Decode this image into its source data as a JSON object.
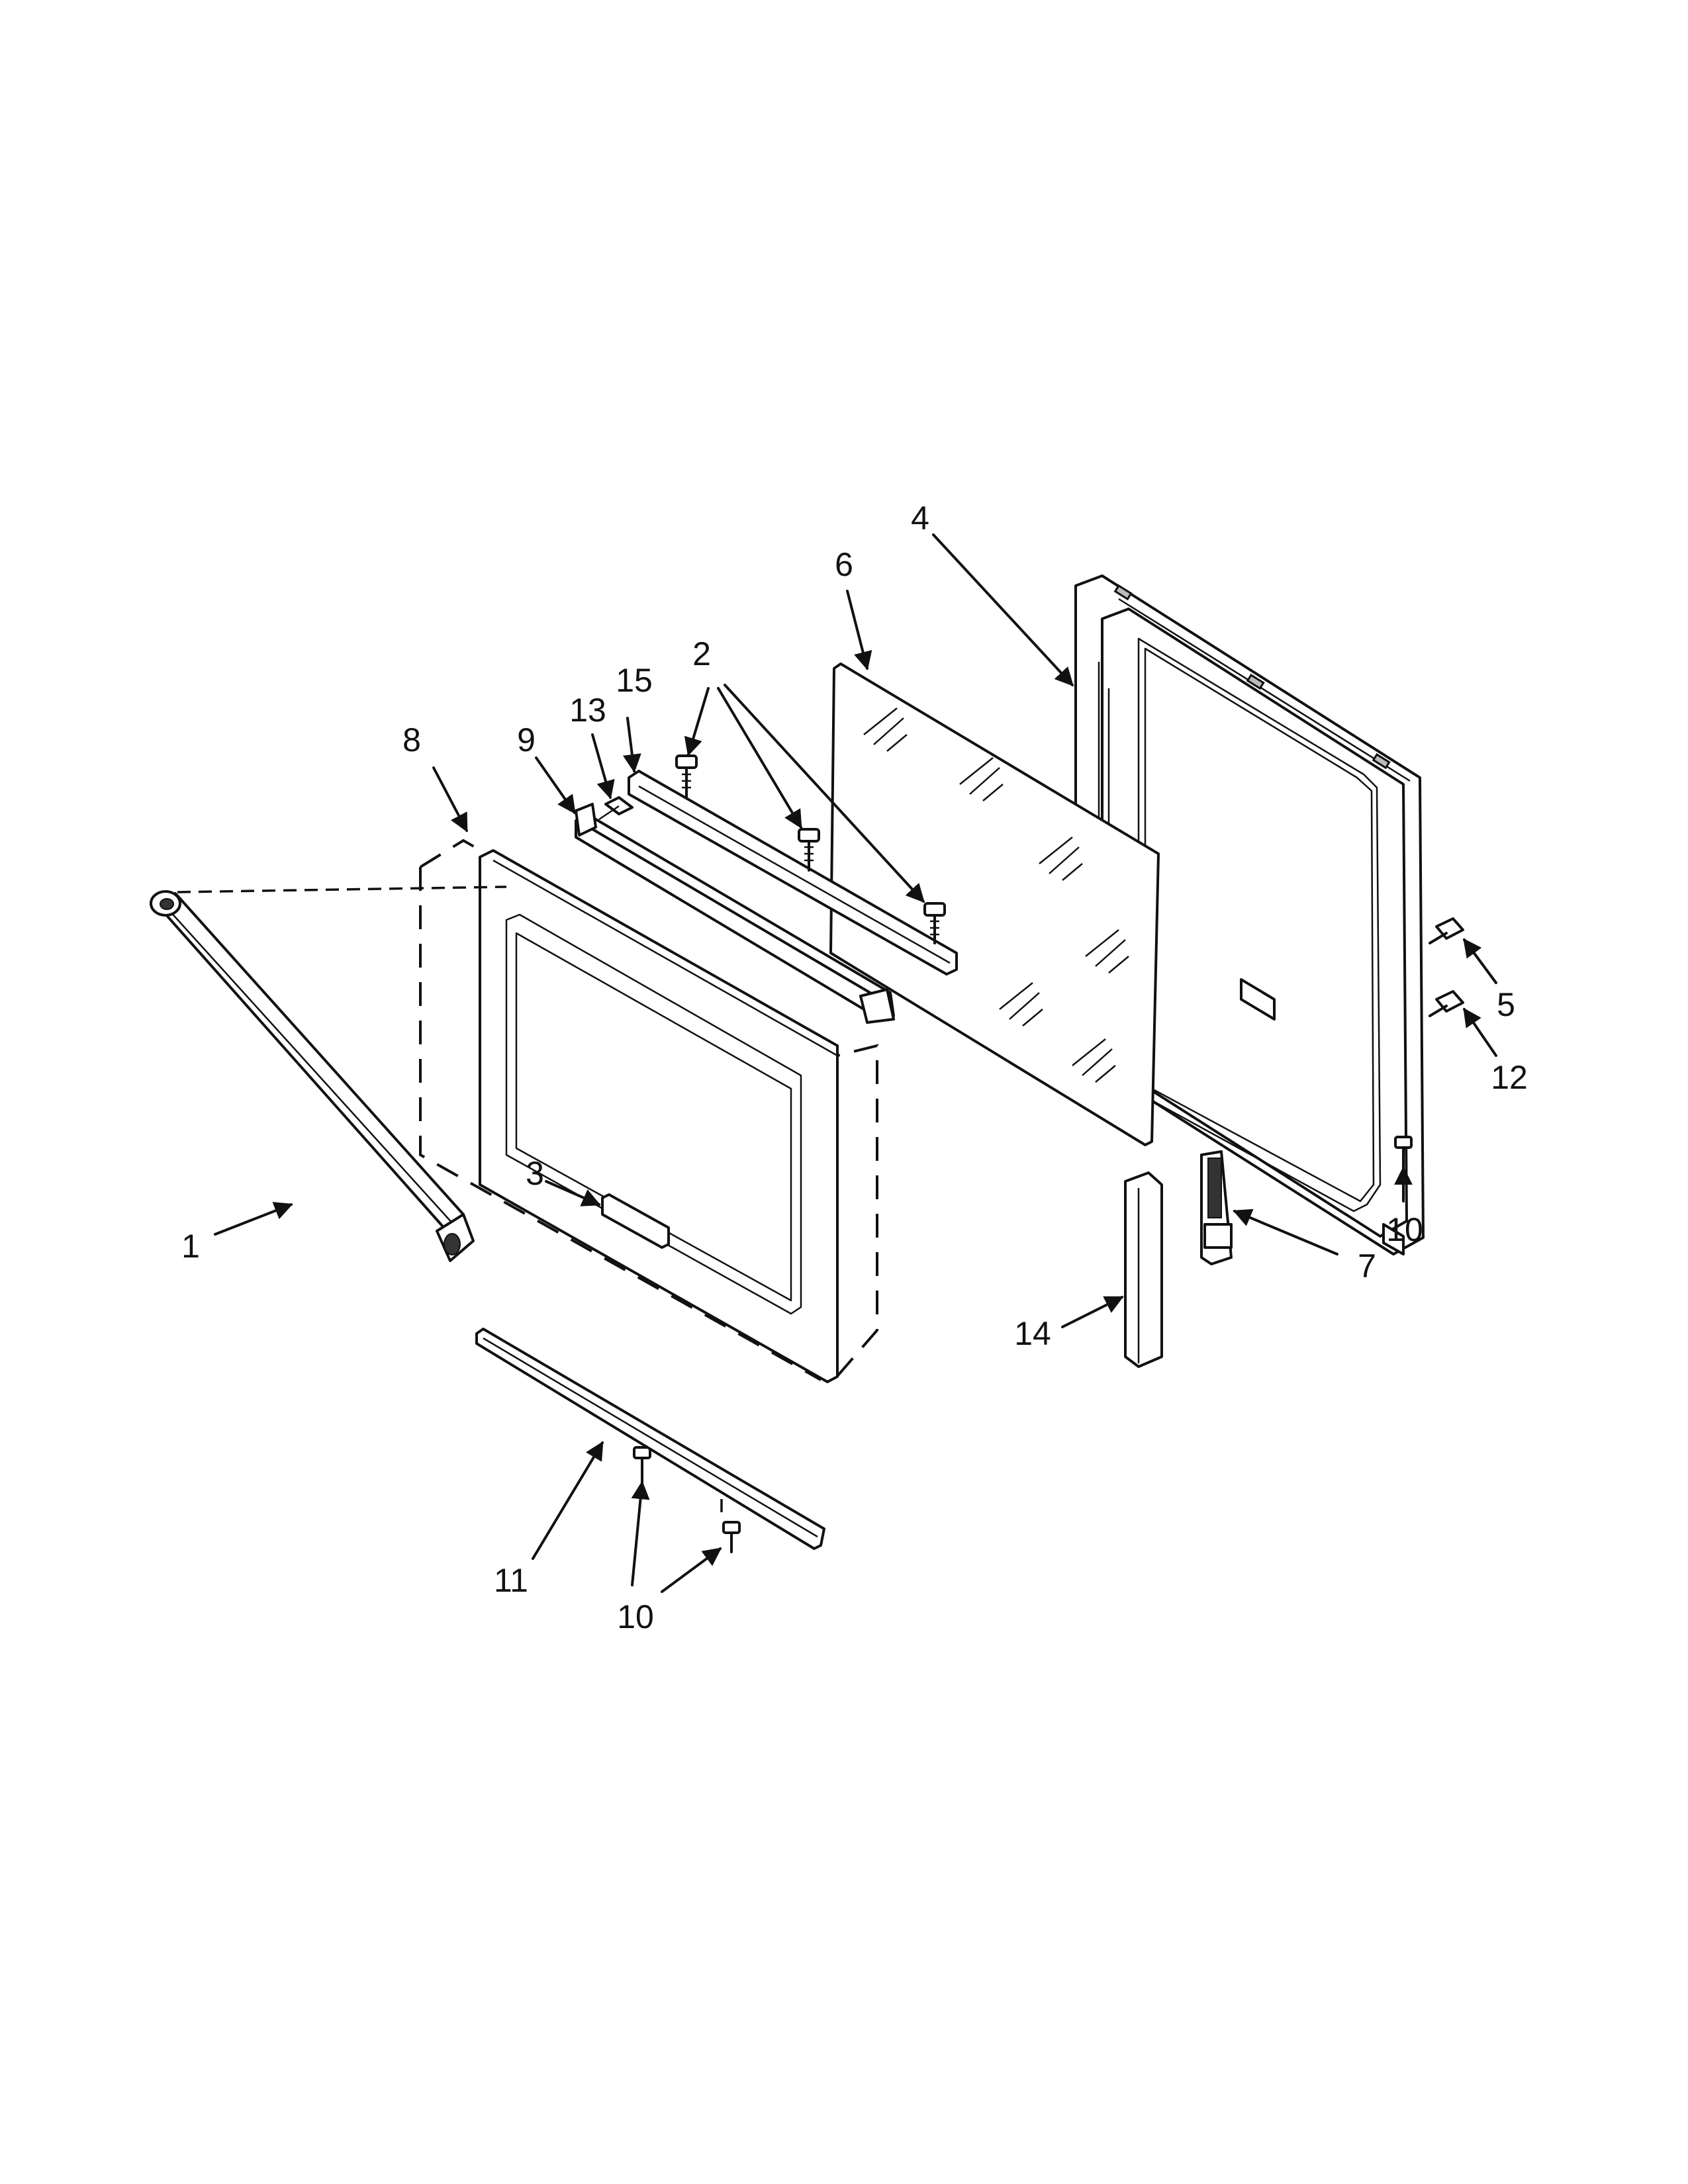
{
  "diagram": {
    "callouts": [
      {
        "id": "c1",
        "label": "1"
      },
      {
        "id": "c2",
        "label": "2"
      },
      {
        "id": "c3",
        "label": "3"
      },
      {
        "id": "c4",
        "label": "4"
      },
      {
        "id": "c5",
        "label": "5"
      },
      {
        "id": "c6",
        "label": "6"
      },
      {
        "id": "c7",
        "label": "7"
      },
      {
        "id": "c8",
        "label": "8"
      },
      {
        "id": "c9",
        "label": "9"
      },
      {
        "id": "c10a",
        "label": "10"
      },
      {
        "id": "c10b",
        "label": "10"
      },
      {
        "id": "c11",
        "label": "11"
      },
      {
        "id": "c12",
        "label": "12"
      },
      {
        "id": "c13",
        "label": "13"
      },
      {
        "id": "c14",
        "label": "14"
      },
      {
        "id": "c15",
        "label": "15"
      }
    ]
  }
}
